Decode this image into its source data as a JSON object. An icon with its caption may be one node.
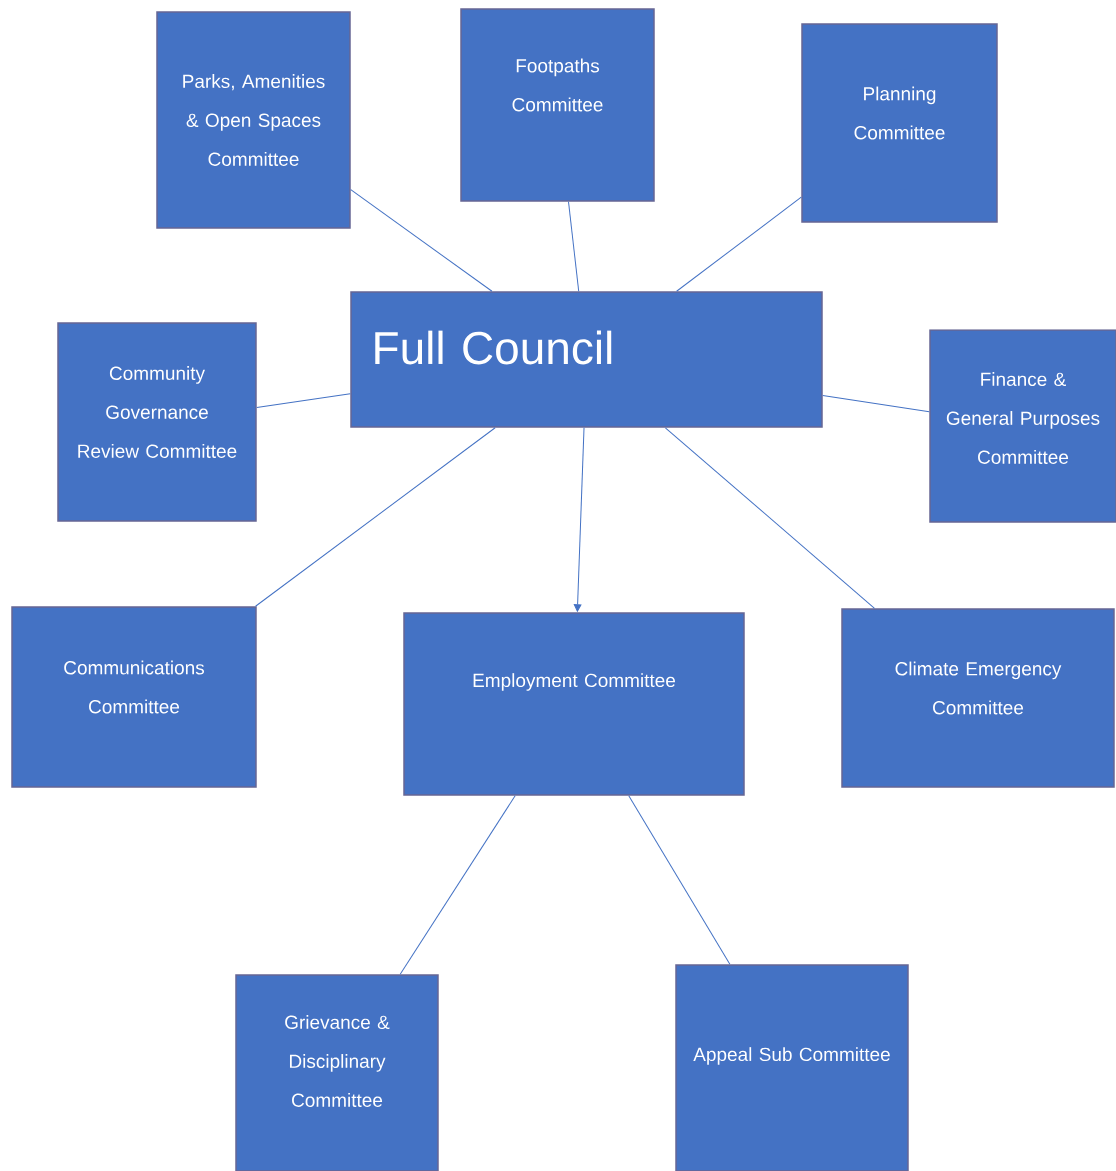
{
  "diagram": {
    "nodes": [
      {
        "text": [
          "Parks, Amenities & Open Spaces Committee"
        ]
      },
      {
        "text": [
          "Footpaths Committee"
        ]
      },
      {
        "text": [
          "Planning Committee"
        ]
      },
      {
        "text": [
          "Full Council"
        ]
      },
      {
        "text": [
          "Community Governance Review Committee"
        ]
      },
      {
        "text": [
          "Finance & General Purposes Committee"
        ]
      },
      {
        "text": [
          "Communications Committee"
        ]
      },
      {
        "text": [
          "Employment Committee"
        ]
      },
      {
        "text": [
          "Climate Emergency Committee"
        ]
      },
      {
        "text": [
          "Grievance & Disciplinary Committee"
        ]
      },
      {
        "text": [
          "Appeal Sub Committee"
        ]
      }
    ],
    "edges": [
      {
        "from": 3,
        "to": 0,
        "arrow": "none"
      },
      {
        "from": 3,
        "to": 1,
        "arrow": "none"
      },
      {
        "from": 3,
        "to": 2,
        "arrow": "none"
      },
      {
        "from": 3,
        "to": 4,
        "arrow": "none"
      },
      {
        "from": 3,
        "to": 5,
        "arrow": "none"
      },
      {
        "from": 3,
        "to": 6,
        "arrow": "none"
      },
      {
        "from": 3,
        "to": 7,
        "arrow": "to"
      },
      {
        "from": 3,
        "to": 8,
        "arrow": "none"
      },
      {
        "from": 7,
        "to": 9,
        "arrow": "none"
      },
      {
        "from": 7,
        "to": 10,
        "arrow": "none"
      }
    ]
  }
}
